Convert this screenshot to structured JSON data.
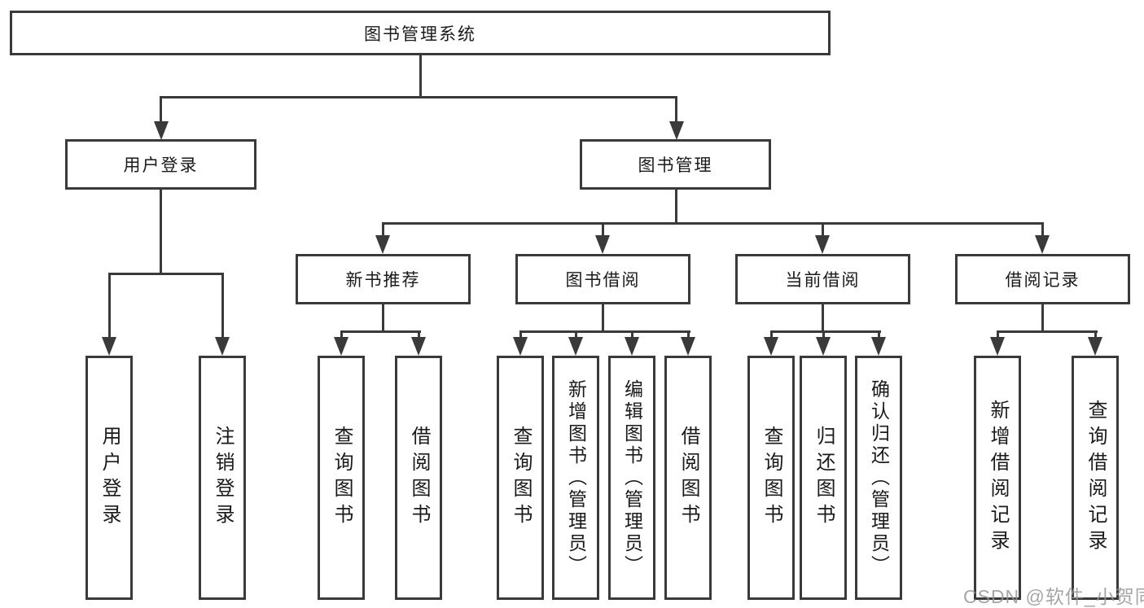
{
  "nodes": {
    "root": "图书管理系统",
    "user_login": "用户登录",
    "book_mgmt": "图书管理",
    "new_book_rec": "新书推荐",
    "book_borrow": "图书借阅",
    "current_borrow": "当前借阅",
    "borrow_record": "借阅记录"
  },
  "leaves": {
    "user_login": "用户登录",
    "logout": "注销登录",
    "rec_query_book": "查询图书",
    "rec_borrow_book": "借阅图书",
    "bb_query_book": "查询图书",
    "bb_add_book": "新增图书（管理员）",
    "bb_edit_book": "编辑图书（管理员）",
    "bb_borrow_book": "借阅图书",
    "cb_query_book": "查询图书",
    "cb_return_book": "归还图书",
    "cb_confirm_return": "确认归还（管理员）",
    "br_add_record": "新增借阅记录",
    "br_query_record": "查询借阅记录"
  },
  "watermark": "CSDN @软件_小贺同学",
  "colors": {
    "line": "#3a3a3a",
    "text": "#1a1a1a",
    "watermark": "#969696",
    "background": "#ffffff"
  }
}
